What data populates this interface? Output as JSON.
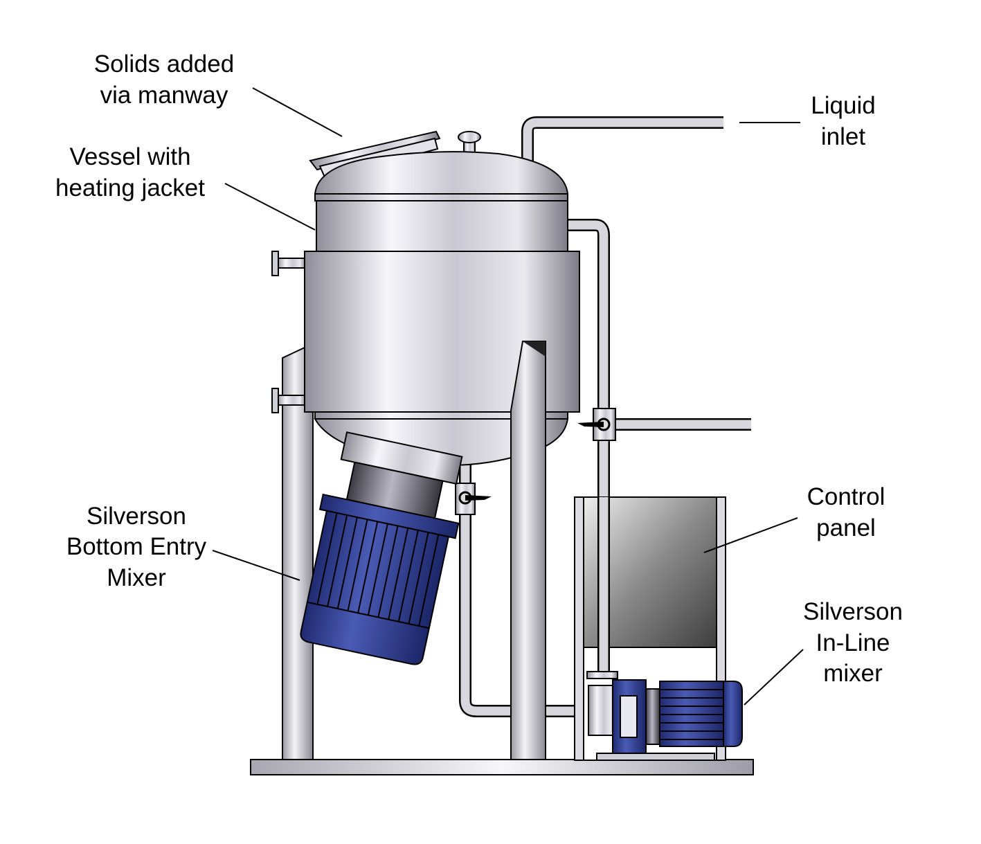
{
  "labels": {
    "solids": [
      "Solids added",
      "via manway"
    ],
    "vessel": [
      "Vessel with",
      "heating jacket"
    ],
    "liquid": [
      "Liquid",
      "inlet"
    ],
    "bottom_mixer": [
      "Silverson",
      "Bottom Entry",
      "Mixer"
    ],
    "control": [
      "Control",
      "panel"
    ],
    "inline_mixer": [
      "Silverson",
      "In-Line",
      "mixer"
    ]
  },
  "colors": {
    "steel_light": "#f4f4f8",
    "steel_mid": "#b9b7c2",
    "steel_dark": "#6e6c76",
    "motor_blue": "#2c3a8c",
    "motor_blue_light": "#5a6bc0"
  }
}
